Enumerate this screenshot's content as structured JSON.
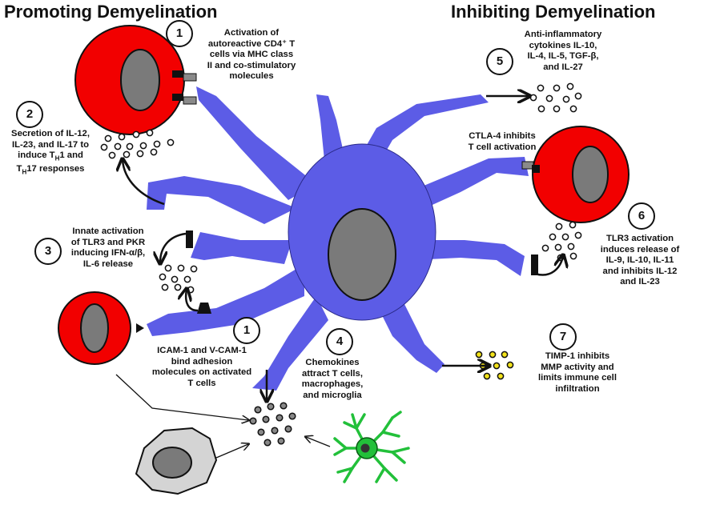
{
  "headings": {
    "left": "Promoting Demyelination",
    "right": "Inhibiting Demyelination"
  },
  "badges": {
    "b1_top": "1",
    "b1_bottom": "1",
    "b2": "2",
    "b3": "3",
    "b4": "4",
    "b5": "5",
    "b6": "6",
    "b7": "7"
  },
  "labels": {
    "activation": [
      "Activation of",
      "autoreactive CD4⁺ T",
      "cells via MHC class",
      "II and co-stimulatory",
      "molecules"
    ],
    "secretion": [
      "Secretion of IL-12,",
      "IL-23, and IL-17 to",
      "induce TH1 and",
      "TH17 responses"
    ],
    "innate": [
      "Innate activation",
      "of TLR3 and PKR",
      "inducing IFN-α/β,",
      "IL-6 release"
    ],
    "icam": [
      "ICAM-1 and V-CAM-1",
      "bind adhesion",
      "molecules on activated",
      "T cells"
    ],
    "chemokines": [
      "Chemokines",
      "attract T cells,",
      "macrophages,",
      "and microglia"
    ],
    "anti_inflammatory": [
      "Anti-inflammatory",
      "cytokines IL-10,",
      "IL-4, IL-5, TGF-β,",
      "and IL-27"
    ],
    "ctla4": [
      "CTLA-4 inhibits",
      "T cell activation"
    ],
    "tlr3": [
      "TLR3 activation",
      "induces release of",
      "IL-9, IL-10, IL-11",
      "and inhibits IL-12",
      "and IL-23"
    ],
    "timp1": [
      "TIMP-1 inhibits",
      "MMP activity and",
      "limits immune cell",
      "infiltration"
    ]
  },
  "colors": {
    "dendritic_cell": "#5c5ce6",
    "t_cell": "#f20000",
    "nucleus": "#7a7a7a",
    "microglia": "#22c03a",
    "macrophage": "#d4d4d4",
    "timp_dots": "#f2e21a",
    "receptor": "#111111",
    "mhc": "#8a8a8a"
  }
}
